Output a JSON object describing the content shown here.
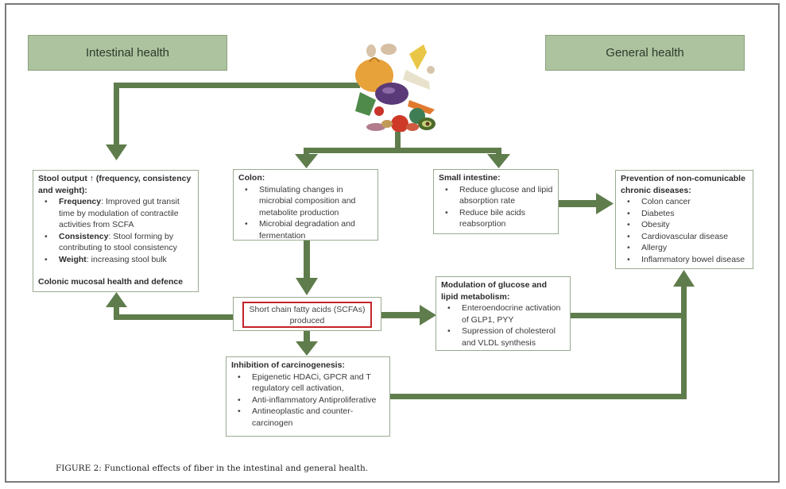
{
  "headers": {
    "left": "Intestinal health",
    "right": "General health"
  },
  "illustration": {
    "icon": "vegetables-fiber-illustration"
  },
  "boxes": {
    "stool": {
      "title": "Stool output ↑ (frequency, consistency and weight):",
      "items": [
        {
          "bold": "Frequency",
          "text": ": Improved gut transit time by modulation of contractile activities from SCFA"
        },
        {
          "bold": "Consistency",
          "text": ": Stool forming by contributing to stool consistency"
        },
        {
          "bold": "Weight",
          "text": ": increasing stool bulk"
        }
      ],
      "footer": "Colonic mucosal health and defence"
    },
    "colon": {
      "title": "Colon:",
      "items": [
        "Stimulating changes in microbial composition and metabolite production",
        "Microbial degradation and fermentation"
      ]
    },
    "small_intestine": {
      "title": "Small intestine:",
      "items": [
        "Reduce glucose and lipid absorption rate",
        "Reduce bile acids reabsorption"
      ]
    },
    "prevention": {
      "title": "Prevention of non-comunicable chronic diseases:",
      "items": [
        "Colon cancer",
        "Diabetes",
        "Obesity",
        "Cardiovascular disease",
        "Allergy",
        "Inflammatory bowel disease"
      ]
    },
    "scfa": {
      "text": "Short chain fatty acids (SCFAs) produced",
      "highlight_color": "#c4232b"
    },
    "metabolism": {
      "title": "Modulation of glucose and lipid metabolism:",
      "items": [
        "Enteroendocrine activation of GLP1, PYY",
        "Supression of cholesterol and VLDL synthesis"
      ]
    },
    "carcinogenesis": {
      "title": "Inhibition of carcinogenesis:",
      "items": [
        "Epigenetic HDACi, GPCR and T regulatory cell activation,",
        "Anti-inflammatory Antiproliferative",
        "Antineoplastic and counter-carcinogen"
      ]
    }
  },
  "colors": {
    "arrow": "#5f7d4c",
    "header_fill": "#adc3a0",
    "box_border": "#9aab90"
  },
  "caption": "FIGURE 2: Functional effects of fiber in the intestinal and general health."
}
